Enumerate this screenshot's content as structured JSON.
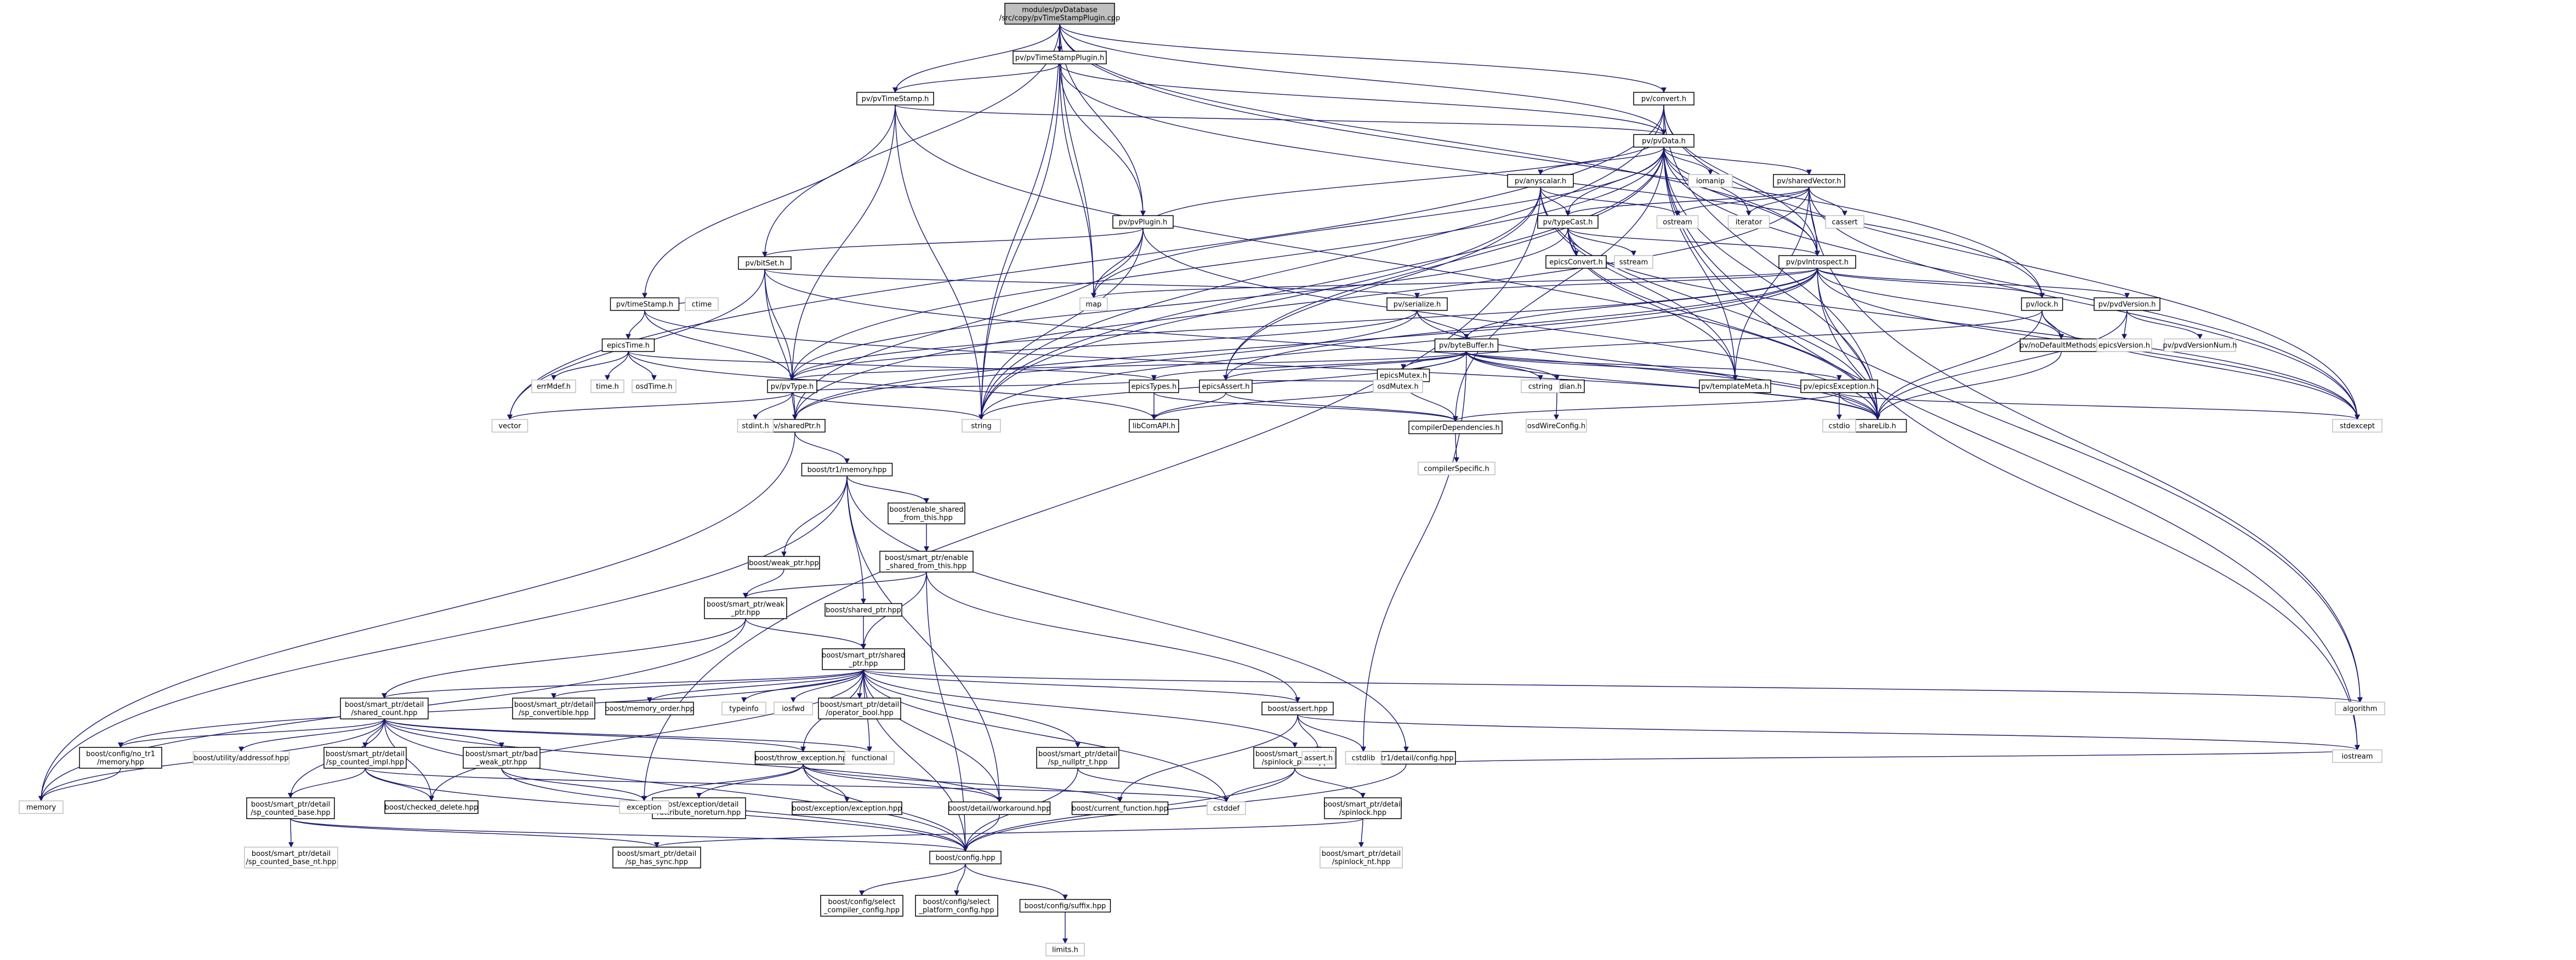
{
  "colors": {
    "edge": "#191970",
    "box_border": "#000000",
    "system_border": "#bfbfbf",
    "root_fill": "#bfbfbf",
    "background": "#ffffff"
  },
  "nodes": {
    "root": {
      "label": [
        "modules/pvDatabase",
        "/src/copy/pvTimeStampPlugin.cpp"
      ]
    },
    "pvTimeStampPlugin_h": {
      "label": [
        "pv/pvTimeStampPlugin.h"
      ]
    },
    "pvTimeStamp_h": {
      "label": [
        "pv/pvTimeStamp.h"
      ]
    },
    "convert_h": {
      "label": [
        "pv/convert.h"
      ]
    },
    "pvData_h": {
      "label": [
        "pv/pvData.h"
      ]
    },
    "pvanyscalar_h": {
      "label": [
        "pv/anyscalar.h"
      ]
    },
    "sharedVector_h": {
      "label": [
        "pv/sharedVector.h"
      ]
    },
    "pvPlugin_h": {
      "label": [
        "pv/pvPlugin.h"
      ]
    },
    "typeCast_h": {
      "label": [
        "pv/typeCast.h"
      ]
    },
    "epicsConvert_h": {
      "label": [
        "epicsConvert.h"
      ]
    },
    "pvIntrospect_h": {
      "label": [
        "pv/pvIntrospect.h"
      ]
    },
    "bitSet_h": {
      "label": [
        "pv/bitSet.h"
      ]
    },
    "timeStamp_h": {
      "label": [
        "pv/timeStamp.h"
      ]
    },
    "serialize_h": {
      "label": [
        "pv/serialize.h"
      ]
    },
    "lock_h": {
      "label": [
        "pv/lock.h"
      ]
    },
    "pvdVersion_h": {
      "label": [
        "pv/pvdVersion.h"
      ]
    },
    "epicsTime_h": {
      "label": [
        "epicsTime.h"
      ]
    },
    "byteBuffer_h": {
      "label": [
        "pv/byteBuffer.h"
      ]
    },
    "epicsMutex_h": {
      "label": [
        "epicsMutex.h"
      ]
    },
    "noDefaultMethods_h": {
      "label": [
        "pv/noDefaultMethods.h"
      ]
    },
    "pvType_h": {
      "label": [
        "pv/pvType.h"
      ]
    },
    "epicsTypes_h": {
      "label": [
        "epicsTypes.h"
      ]
    },
    "epicsAssert_h": {
      "label": [
        "epicsAssert.h"
      ]
    },
    "templateMeta_h": {
      "label": [
        "pv/templateMeta.h"
      ]
    },
    "epicsException_h": {
      "label": [
        "pv/epicsException.h"
      ]
    },
    "sharedPtr_h": {
      "label": [
        "pv/sharedPtr.h"
      ]
    },
    "compilerDependencies_h": {
      "label": [
        "compilerDependencies.h"
      ]
    },
    "sharedLib_h": {
      "label": [
        "shareLib.h"
      ]
    },
    "libComAPI_h": {
      "label": [
        "libComAPI.h"
      ]
    },
    "tr1_memory_hpp": {
      "label": [
        "boost/tr1/memory.hpp"
      ]
    },
    "enable_shared_from_this_hpp": {
      "label": [
        "boost/enable_shared",
        "_from_this.hpp"
      ]
    },
    "weak_ptr_hpp": {
      "label": [
        "boost/weak_ptr.hpp"
      ]
    },
    "sp_enable_shared_hpp": {
      "label": [
        "boost/smart_ptr/enable",
        "_shared_from_this.hpp"
      ]
    },
    "shared_ptr_hpp": {
      "label": [
        "boost/shared_ptr.hpp"
      ]
    },
    "sp_weak_ptr_hpp": {
      "label": [
        "boost/smart_ptr/weak",
        "_ptr.hpp"
      ]
    },
    "sp_shared_ptr_hpp": {
      "label": [
        "boost/smart_ptr/shared",
        "_ptr.hpp"
      ]
    },
    "shared_count_hpp": {
      "label": [
        "boost/smart_ptr/detail",
        "/shared_count.hpp"
      ]
    },
    "sp_convertible_hpp": {
      "label": [
        "boost/smart_ptr/detail",
        "/sp_convertible.hpp"
      ]
    },
    "memory_order_hpp": {
      "label": [
        "boost/memory_order.hpp"
      ]
    },
    "operator_bool_hpp": {
      "label": [
        "boost/smart_ptr/detail",
        "/operator_bool.hpp"
      ]
    },
    "assert_hpp": {
      "label": [
        "boost/assert.hpp"
      ]
    },
    "config_no_tr1_hpp": {
      "label": [
        "boost/config/no_tr1",
        "/memory.hpp"
      ]
    },
    "sp_counted_impl_hpp": {
      "label": [
        "boost/smart_ptr/detail",
        "/sp_counted_impl.hpp"
      ]
    },
    "bad_weak_ptr_hpp": {
      "label": [
        "boost/smart_ptr/bad",
        "_weak_ptr.hpp"
      ]
    },
    "throw_exception_hpp": {
      "label": [
        "boost/throw_exception.hpp"
      ]
    },
    "sp_nullptr_t_hpp": {
      "label": [
        "boost/smart_ptr/detail",
        "/sp_nullptr_t.hpp"
      ]
    },
    "spinlock_pool_hpp": {
      "label": [
        "boost/smart_ptr/detail",
        "/spinlock_pool.hpp"
      ]
    },
    "tr1_config_hpp": {
      "label": [
        "boost/tr1/detail/config.hpp"
      ]
    },
    "sp_counted_base_hpp": {
      "label": [
        "boost/smart_ptr/detail",
        "/sp_counted_base.hpp"
      ]
    },
    "checked_delete_hpp": {
      "label": [
        "boost/checked_delete.hpp"
      ]
    },
    "current_function_hpp": {
      "label": [
        "boost/current_function.hpp"
      ]
    },
    "workaround_hpp": {
      "label": [
        "boost/detail/workaround.hpp"
      ]
    },
    "spinlock_hpp": {
      "label": [
        "boost/smart_ptr/detail",
        "/spinlock.hpp"
      ]
    },
    "attribute_noreturn_hpp": {
      "label": [
        "boost/exception/detail",
        "/attribute_noreturn.hpp"
      ]
    },
    "exception_exception_hpp": {
      "label": [
        "boost/exception/exception.hpp"
      ]
    },
    "sp_has_sync_hpp": {
      "label": [
        "boost/smart_ptr/detail",
        "/sp_has_sync.hpp"
      ]
    },
    "config_hpp": {
      "label": [
        "boost/config.hpp"
      ]
    },
    "select_compiler_config_hpp": {
      "label": [
        "boost/config/select",
        "_compiler_config.hpp"
      ]
    },
    "select_platform_config_hpp": {
      "label": [
        "boost/config/select",
        "_platform_config.hpp"
      ]
    },
    "suffix_hpp": {
      "label": [
        "boost/config/suffix.hpp"
      ]
    },
    "sp_counted_base_nt_hpp": {
      "label": [
        "boost/smart_ptr/detail",
        "/sp_counted_base_nt.hpp"
      ]
    },
    "spinlock_nt_hpp": {
      "label": [
        "boost/smart_ptr/detail",
        "/spinlock_nt.hpp"
      ]
    },
    "compilerSpecific_h": {
      "label": [
        "compilerSpecific.h"
      ]
    },
    "osdWireConfig_h": {
      "label": [
        "osdWireConfig.h"
      ]
    },
    "epicsEndian_h": {
      "label": [
        "epicsEndian.h"
      ]
    },
    "osdMutex_h": {
      "label": [
        "osdMutex.h"
      ]
    },
    "epicsVersion_h": {
      "label": [
        "epicsVersion.h"
      ]
    },
    "pvdVersionNum_h": {
      "label": [
        "pv/pvdVersionNum.h"
      ]
    },
    "errMdef_h": {
      "label": [
        "errMdef.h"
      ]
    },
    "time_h": {
      "label": [
        "time.h"
      ]
    },
    "osdTime_h": {
      "label": [
        "osdTime.h"
      ]
    },
    "stdint_h": {
      "label": [
        "stdint.h"
      ]
    },
    "assert_h": {
      "label": [
        "assert.h"
      ]
    },
    "sys_string": {
      "label": [
        "string"
      ]
    },
    "sys_map": {
      "label": [
        "map"
      ]
    },
    "sys_vector": {
      "label": [
        "vector"
      ]
    },
    "sys_stdexcept": {
      "label": [
        "stdexcept"
      ]
    },
    "sys_iostream": {
      "label": [
        "iostream"
      ]
    },
    "sys_algorithm": {
      "label": [
        "algorithm"
      ]
    },
    "sys_iomanip": {
      "label": [
        "iomanip"
      ]
    },
    "sys_ostream": {
      "label": [
        "ostream"
      ]
    },
    "sys_iterator": {
      "label": [
        "iterator"
      ]
    },
    "sys_cassert": {
      "label": [
        "cassert"
      ]
    },
    "sys_sstream": {
      "label": [
        "sstream"
      ]
    },
    "sys_ctime": {
      "label": [
        "ctime"
      ]
    },
    "sys_cstring": {
      "label": [
        "cstring"
      ]
    },
    "sys_cstdio": {
      "label": [
        "cstdio"
      ]
    },
    "sys_memory": {
      "label": [
        "memory"
      ]
    },
    "sys_typeinfo": {
      "label": [
        "typeinfo"
      ]
    },
    "sys_iosfwd": {
      "label": [
        "iosfwd"
      ]
    },
    "sys_functional": {
      "label": [
        "functional"
      ]
    },
    "sys_cstdlib": {
      "label": [
        "cstdlib"
      ]
    },
    "sys_cstddef": {
      "label": [
        "cstddef"
      ]
    },
    "sys_exception": {
      "label": [
        "exception"
      ]
    },
    "sys_utility_addressof": {
      "label": [
        "boost/utility/addressof.hpp"
      ]
    },
    "sys_limits_h": {
      "label": [
        "limits.h"
      ]
    }
  }
}
